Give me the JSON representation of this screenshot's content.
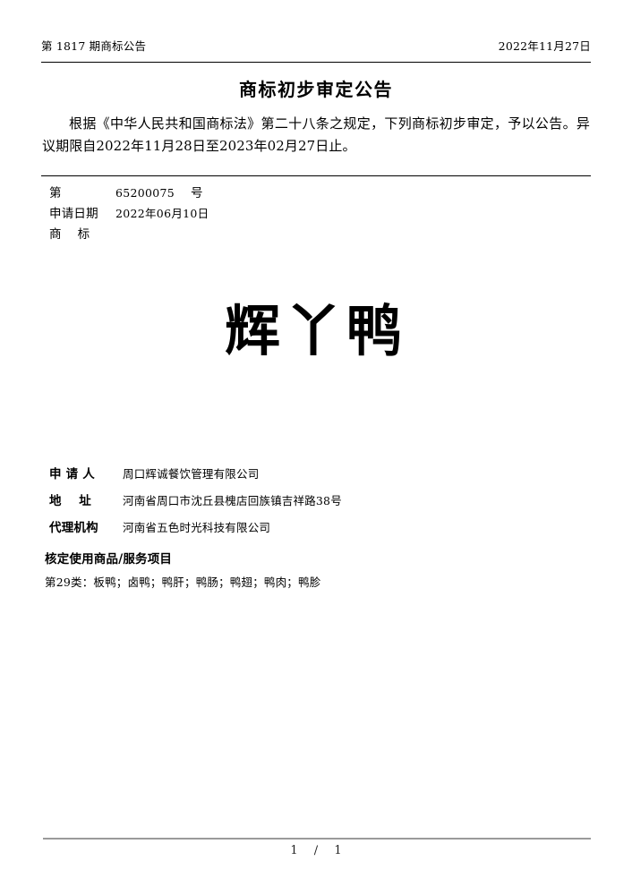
{
  "header": {
    "issue": "第 1817 期商标公告",
    "date": "2022年11月27日"
  },
  "title": "商标初步审定公告",
  "intro": "根据《中华人民共和国商标法》第二十八条之规定，下列商标初步审定，予以公告。异议期限自2022年11月28日至2023年02月27日止。",
  "registration": {
    "number_label": "第",
    "number_value": "65200075",
    "number_suffix": "号",
    "apply_date_label": "申请日期",
    "apply_date_value": "2022年06月10日",
    "trademark_label": "商    标"
  },
  "trademark": {
    "text": "辉丫鸭"
  },
  "applicant": {
    "applicant_label": "申 请 人",
    "applicant_value": "周口辉诚餐饮管理有限公司",
    "address_label": "地    址",
    "address_value": "河南省周口市沈丘县槐店回族镇吉祥路38号",
    "agency_label": "代理机构",
    "agency_value": "河南省五色时光科技有限公司"
  },
  "goods": {
    "heading": "核定使用商品/服务项目",
    "items": "第29类：板鸭；卤鸭；鸭肝；鸭肠；鸭翅；鸭肉；鸭胗"
  },
  "footer": {
    "current_page": "1",
    "separator": "/",
    "total_pages": "1"
  }
}
